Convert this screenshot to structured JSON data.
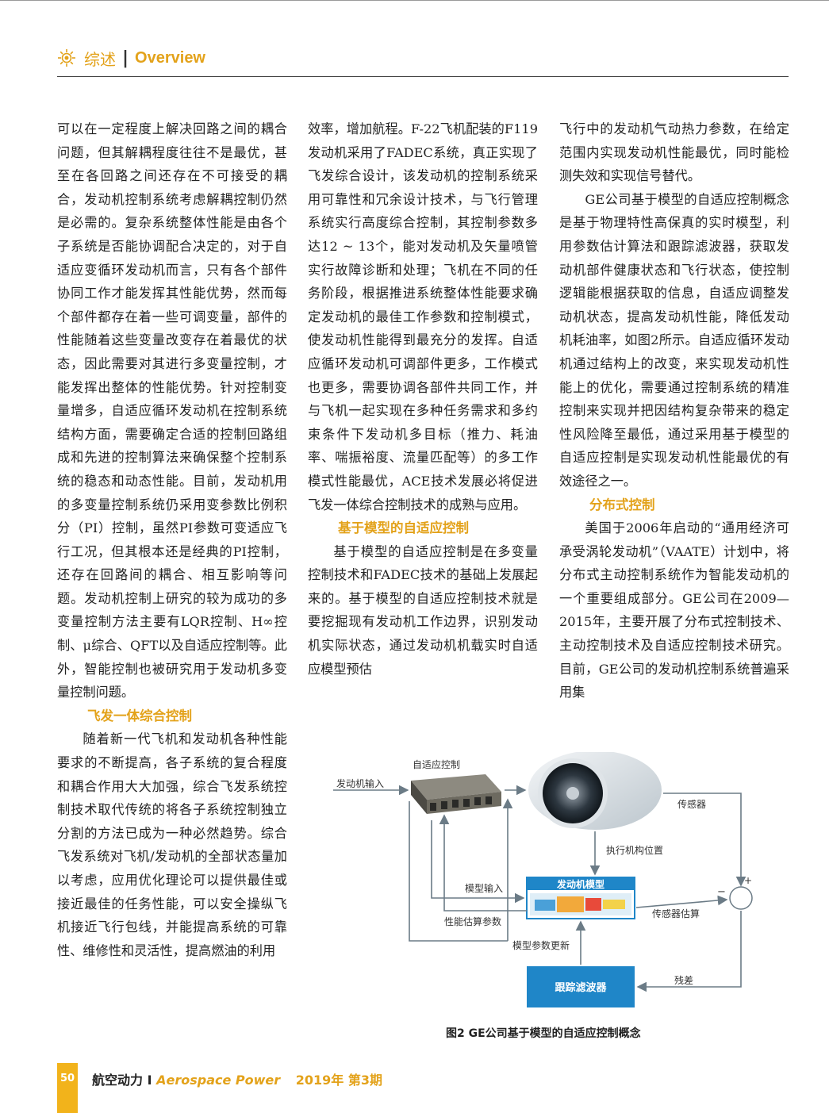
{
  "header": {
    "section_zh": "综述",
    "separator": "|",
    "section_en": "Overview"
  },
  "col1": {
    "p1": "可以在一定程度上解决回路之间的耦合问题，但其解耦程度往往不是最优，甚至在各回路之间还存在不可接受的耦合，发动机控制系统考虑解耦控制仍然是必需的。复杂系统整体性能是由各个子系统是否能协调配合决定的，对于自适应变循环发动机而言，只有各个部件协同工作才能发挥其性能优势，然而每个部件都存在着一些可调变量，部件的性能随着这些变量改变存在着最优的状态，因此需要对其进行多变量控制，才能发挥出整体的性能优势。针对控制变量增多，自适应循环发动机在控制系统结构方面，需要确定合适的控制回路组成和先进的控制算法来确保整个控制系统的稳态和动态性能。目前，发动机用的多变量控制系统仍采用变参数比例积分（PI）控制，虽然PI参数可变适应飞行工况，但其根本还是经典的PI控制，还存在回路间的耦合、相互影响等问题。发动机控制上研究的较为成功的多变量控制方法主要有LQR控制、H∞控制、μ综合、QFT以及自适应控制等。此外，智能控制也被研究用于发动机多变量控制问题。",
    "heading": "飞发一体综合控制",
    "p2": "随着新一代飞机和发动机各种性能要求的不断提高，各子系统的复合程度和耦合作用大大加强，综合飞发系统控制技术取代传统的将各子系统控制独立分割的方法已成为一种必然趋势。综合飞发系统对飞机/发动机的全部状态量加以考虑，应用优化理论可以提供最佳或接近最佳的任务性能，可以安全操纵飞机接近飞行包线，并能提高系统的可靠性、维修性和灵活性，提高燃油的利用"
  },
  "col2": {
    "p1": "效率，增加航程。F-22飞机配装的F119发动机采用了FADEC系统，真正实现了飞发综合设计，该发动机的控制系统采用可靠性和冗余设计技术，与飞行管理系统实行高度综合控制，其控制参数多达12 ~ 13个，能对发动机及矢量喷管实行故障诊断和处理；飞机在不同的任务阶段，根据推进系统整体性能要求确定发动机的最佳工作参数和控制模式，使发动机性能得到最充分的发挥。自适应循环发动机可调部件更多，工作模式也更多，需要协调各部件共同工作，并与飞机一起实现在多种任务需求和多约束条件下发动机多目标（推力、耗油率、喘振裕度、流量匹配等）的多工作模式性能最优，ACE技术发展必将促进飞发一体综合控制技术的成熟与应用。",
    "heading": "基于模型的自适应控制",
    "p2": "基于模型的自适应控制是在多变量控制技术和FADEC技术的基础上发展起来的。基于模型的自适应控制技术就是要挖掘现有发动机工作边界，识别发动机实际状态，通过发动机机载实时自适应模型预估"
  },
  "col3": {
    "p1": "飞行中的发动机气动热力参数，在给定范围内实现发动机性能最优，同时能检测失效和实现信号替代。",
    "p2": "GE公司基于模型的自适应控制概念是基于物理特性高保真的实时模型，利用参数估计算法和跟踪滤波器，获取发动机部件健康状态和飞行状态，使控制逻辑能根据获取的信息，自适应调整发动机状态，提高发动机性能，降低发动机耗油率，如图2所示。自适应循环发动机通过结构上的改变，来实现发动机性能上的优化，需要通过控制系统的精准控制来实现并把因结构复杂带来的稳定性风险降至最低，通过采用基于模型的自适应控制是实现发动机性能最优的有效途径之一。",
    "heading": "分布式控制",
    "p3": "美国于2006年启动的“通用经济可承受涡轮发动机”（VAATE）计划中，将分布式主动控制系统作为智能发动机的一个重要组成部分。GE公司在2009—2015年，主要开展了分布式控制技术、主动控制技术及自适应控制技术研究。目前，GE公司的发动机控制系统普遍采用集"
  },
  "figure": {
    "label_adaptive_control": "自适应控制",
    "label_engine_input": "发动机输入",
    "label_sensor": "传感器",
    "label_actuator_position": "执行机构位置",
    "label_model_input": "模型输入",
    "label_engine_model": "发动机模型",
    "label_performance_params": "性能估算参数",
    "label_sensor_estimate": "传感器估算",
    "label_model_param_update": "模型参数更新",
    "label_tracking_filter": "跟踪滤波器",
    "label_residual": "残差",
    "sign_minus": "−",
    "sign_plus": "+",
    "caption": "图2  GE公司基于模型的自适应控制概念"
  },
  "footer": {
    "page": "50",
    "journal_zh": "航空动力",
    "separator": "I",
    "journal_en": "Aerospace Power",
    "issue": "2019年 第3期"
  },
  "colors": {
    "accent": "#e3a21a",
    "diagram_blue": "#1f86c8",
    "arrow": "#6b7b86"
  }
}
